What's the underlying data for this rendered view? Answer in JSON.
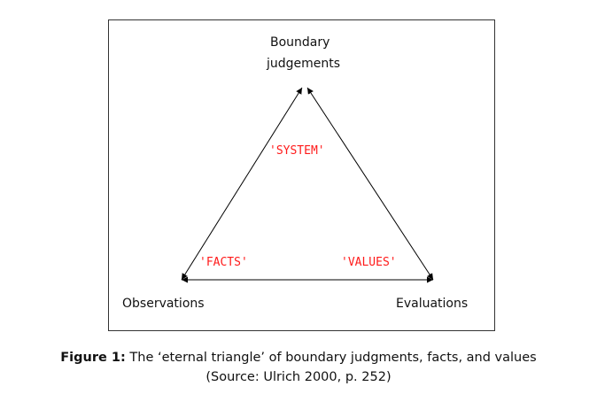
{
  "diagram": {
    "nodes": {
      "top_line1": "Boundary",
      "top_line2": "judgements",
      "left": "Observations",
      "right": "Evaluations"
    },
    "edge_labels": {
      "system": "'SYSTEM'",
      "facts": "'FACTS'",
      "values": "'VALUES'"
    },
    "colors": {
      "edge_label": "#ff1a1a",
      "line": "#000000"
    }
  },
  "caption": {
    "label": "Figure 1:",
    "text": " The ‘eternal triangle’ of boundary judgments, facts, and values",
    "source": "(Source: Ulrich 2000, p. 252)"
  }
}
